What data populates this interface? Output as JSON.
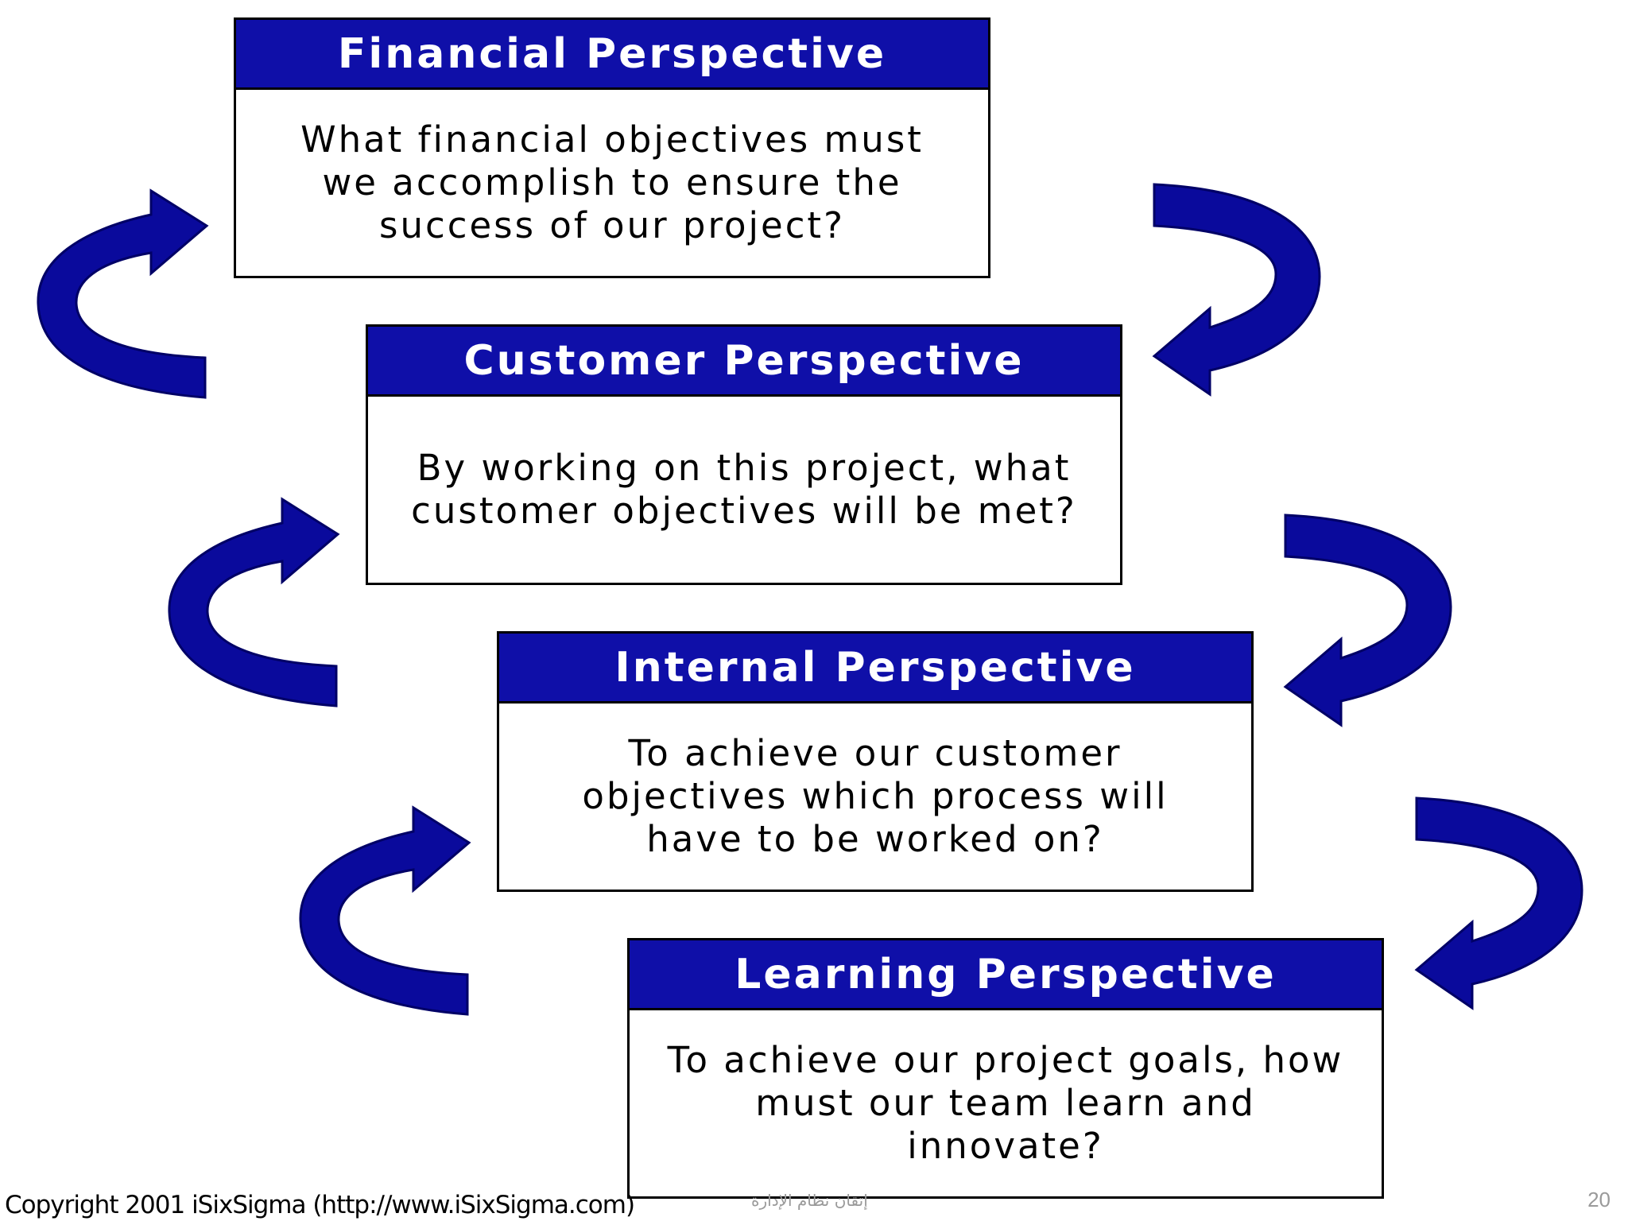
{
  "colors": {
    "header_fill": "#0f0fa8",
    "arrow_fill": "#0a0a9c",
    "arrow_stroke": "#000066"
  },
  "perspectives": [
    {
      "title": "Financial Perspective",
      "question": "What financial objectives must we accomplish to ensure the success of our project?"
    },
    {
      "title": "Customer Perspective",
      "question": "By working on this project, what customer objectives will be met?"
    },
    {
      "title": "Internal Perspective",
      "question": "To achieve our customer objectives which process will have to be worked on?"
    },
    {
      "title": "Learning Perspective",
      "question": "To achieve our project goals, how must our team learn and innovate?"
    }
  ],
  "footer": {
    "copyright": "Copyright 2001 iSixSigma (http://www.iSixSigma.com)",
    "caption": "إتقان نظام الإدارة",
    "page_number": "20"
  }
}
